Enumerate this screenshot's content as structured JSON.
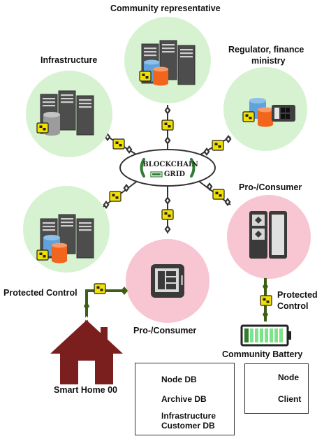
{
  "labels": {
    "community_representative": "Community representative",
    "infrastructure": "Infrastructure",
    "regulator_line1": "Regulator, finance",
    "regulator_line2": "ministry",
    "pro_consumer_right": "Pro-/Consumer",
    "pro_consumer_center": "Pro-/Consumer",
    "protected_control_left": "Protected Control",
    "protected_control_right_line1": "Protected",
    "protected_control_right_line2": "Control",
    "community_battery": "Community Battery",
    "smart_home": "Smart Home 00"
  },
  "hub": {
    "line1": "BLOCKCHAIN",
    "line2": "GRID"
  },
  "legend_db": {
    "node_db": "Node DB",
    "archive_db": "Archive DB",
    "infra_db_line1": "Infrastructure",
    "infra_db_line2": "Customer DB"
  },
  "legend_type": {
    "node": "Node",
    "client": "Client"
  },
  "colors": {
    "node": "#d6f2d0",
    "client": "#f7c6d2",
    "node_db": "#f2651c",
    "archive_db": "#5fa2dc",
    "infra_db": "#9c9c9c",
    "server": "#4d4d4d",
    "lock": "#f2e000",
    "house": "#7b1e1e",
    "wire": "#3d5e15"
  }
}
